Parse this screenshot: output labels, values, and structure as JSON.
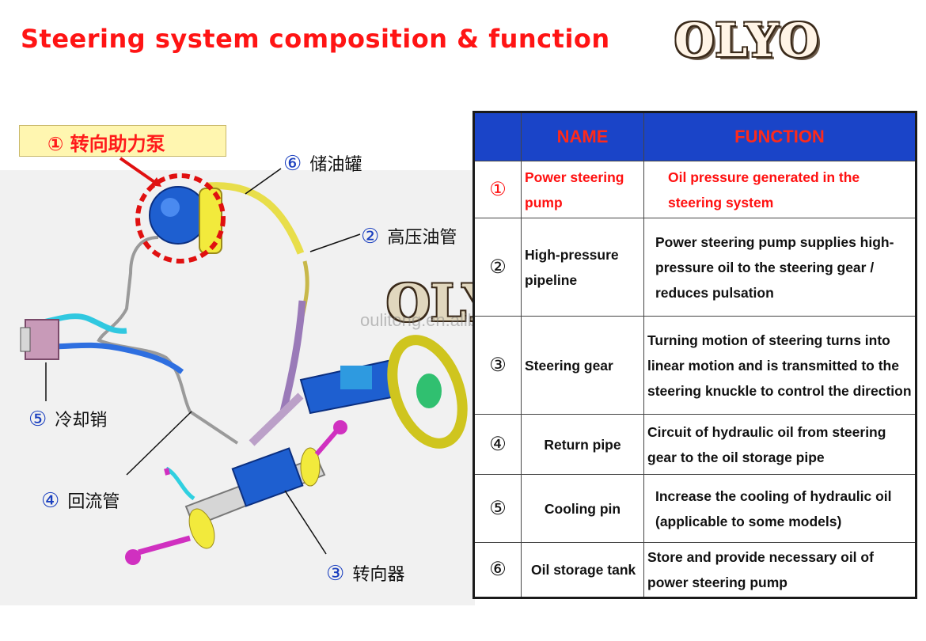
{
  "title": "Steering system composition & function",
  "logo": "OLYO",
  "watermark": {
    "logo": "OLYO",
    "url": "oulitong.en.alibaba.com"
  },
  "diagram": {
    "highlight_label": "① 转向助力泵",
    "callouts": [
      {
        "num": "⑥",
        "text": "储油罐"
      },
      {
        "num": "②",
        "text": "高压油管"
      },
      {
        "num": "⑤",
        "text": "冷却销"
      },
      {
        "num": "④",
        "text": "回流管"
      },
      {
        "num": "③",
        "text": "转向器"
      }
    ],
    "colors": {
      "pump": "#1e5fd0",
      "tank": "#f2ea3c",
      "pipe": "#e0d86a",
      "highlight": "#e01010",
      "cyan": "#30d0e0",
      "magenta": "#d030c0"
    }
  },
  "table": {
    "headers": [
      "",
      "NAME",
      "FUNCTION"
    ],
    "header_color": "#1a44c8",
    "rows": [
      {
        "num": "①",
        "name": "Power steering pump",
        "function": "Oil pressure generated in the steering system"
      },
      {
        "num": "②",
        "name": "High-pressure pipeline",
        "function": "Power steering pump supplies high-pressure oil to the steering gear / reduces pulsation"
      },
      {
        "num": "③",
        "name": "Steering gear",
        "function": "Turning motion of steering turns into linear motion and is transmitted to the steering knuckle to control the direction"
      },
      {
        "num": "④",
        "name": "Return pipe",
        "function": "Circuit of hydraulic oil from steering gear to the oil storage pipe"
      },
      {
        "num": "⑤",
        "name": "Cooling pin",
        "function": "Increase the cooling of hydraulic oil (applicable to some models)"
      },
      {
        "num": "⑥",
        "name": "Oil storage tank",
        "function": "Store and provide necessary oil of power steering pump"
      }
    ]
  }
}
